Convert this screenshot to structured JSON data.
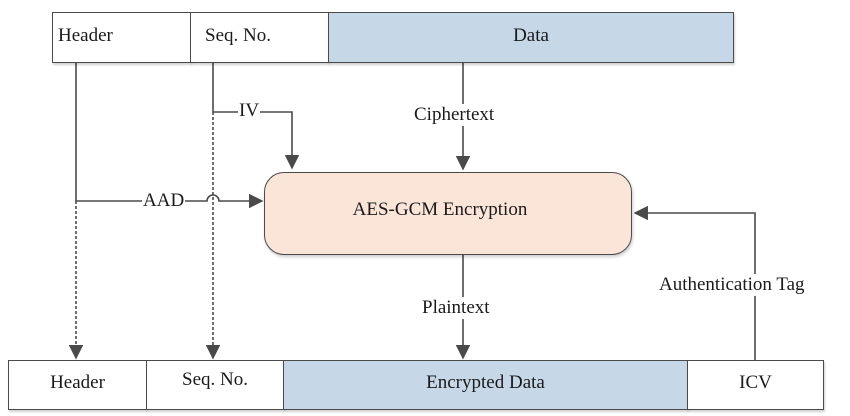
{
  "diagram": {
    "top_packet": {
      "fields": [
        {
          "label": "Header",
          "fill": "#ffffff"
        },
        {
          "label": "Seq. No.",
          "fill": "#ffffff"
        },
        {
          "label": "Data",
          "fill": "#c6d7e8"
        }
      ]
    },
    "bottom_packet": {
      "fields": [
        {
          "label": "Header",
          "fill": "#ffffff"
        },
        {
          "label": "Seq. No.",
          "fill": "#ffffff"
        },
        {
          "label": "Encrypted Data",
          "fill": "#c6d7e8"
        },
        {
          "label": "ICV",
          "fill": "#ffffff"
        }
      ]
    },
    "process": {
      "label": "AES-GCM Encryption",
      "fill": "#fbe5d9"
    },
    "edges": {
      "iv": "IV",
      "aad": "AAD",
      "ciphertext": "Ciphertext",
      "plaintext": "Plaintext",
      "auth_tag": "Authentication Tag"
    },
    "line_color": "#4a4a4a"
  }
}
